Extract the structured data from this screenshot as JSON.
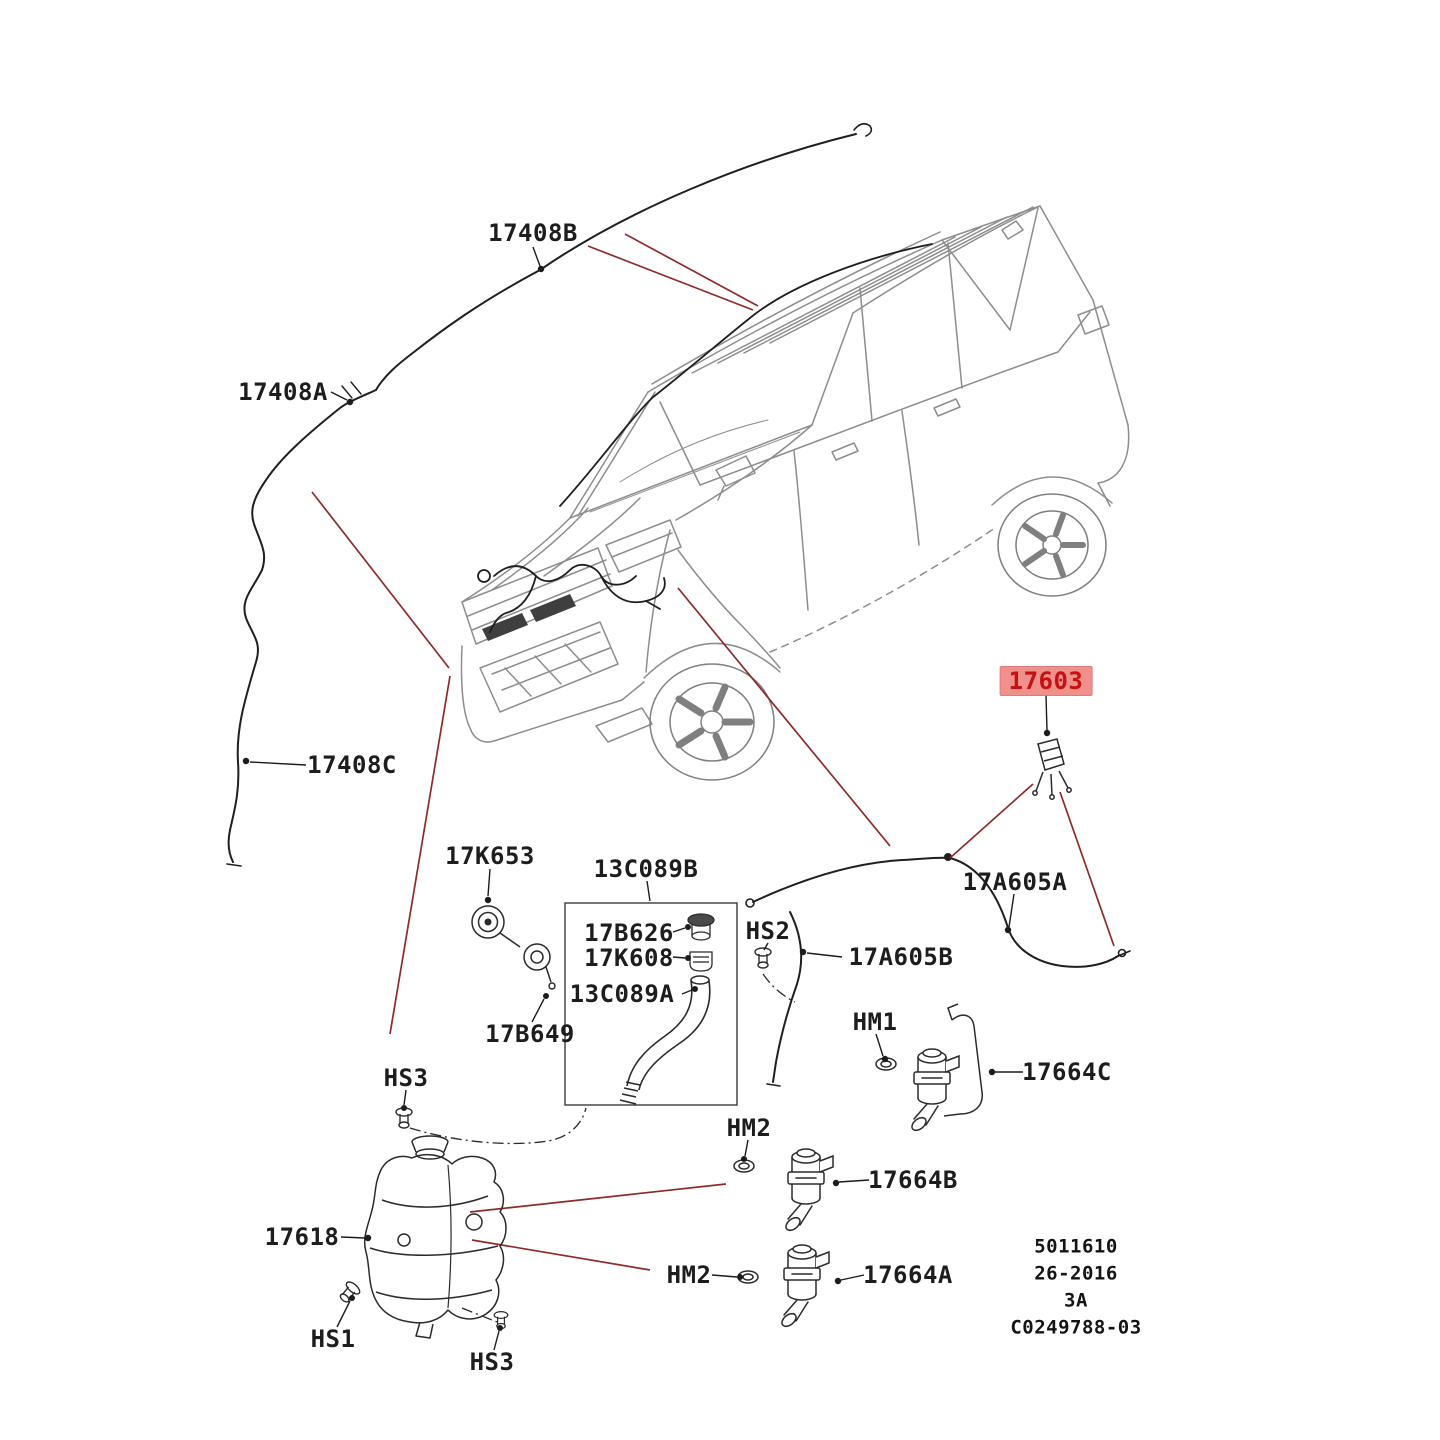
{
  "diagram": {
    "type": "vehicle-parts-exploded-diagram",
    "subject": "windshield washer system",
    "background": "#ffffff",
    "colors": {
      "label_text": "#1d1d1d",
      "leader_red": "#8f2a2a",
      "highlight_bg": "#f0908c",
      "highlight_text": "#c41111",
      "line_black": "#1f1f1f",
      "vehicle_gray": "#8d8d8d"
    },
    "labels": [
      {
        "id": "17408B",
        "text": "17408B",
        "highlighted": false
      },
      {
        "id": "17408A",
        "text": "17408A",
        "highlighted": false
      },
      {
        "id": "17408C",
        "text": "17408C",
        "highlighted": false
      },
      {
        "id": "17603",
        "text": "17603",
        "highlighted": true
      },
      {
        "id": "17K653",
        "text": "17K653",
        "highlighted": false
      },
      {
        "id": "13C089B",
        "text": "13C089B",
        "highlighted": false
      },
      {
        "id": "17B626",
        "text": "17B626",
        "highlighted": false
      },
      {
        "id": "17K608",
        "text": "17K608",
        "highlighted": false
      },
      {
        "id": "HS2",
        "text": "HS2",
        "highlighted": false
      },
      {
        "id": "13C089A",
        "text": "13C089A",
        "highlighted": false
      },
      {
        "id": "17A605A",
        "text": "17A605A",
        "highlighted": false
      },
      {
        "id": "17A605B",
        "text": "17A605B",
        "highlighted": false
      },
      {
        "id": "17B649",
        "text": "17B649",
        "highlighted": false
      },
      {
        "id": "HM1",
        "text": "HM1",
        "highlighted": false
      },
      {
        "id": "17664C",
        "text": "17664C",
        "highlighted": false
      },
      {
        "id": "HS3",
        "text": "HS3",
        "highlighted": false
      },
      {
        "id": "HM2",
        "text": "HM2",
        "highlighted": false
      },
      {
        "id": "17664B",
        "text": "17664B",
        "highlighted": false
      },
      {
        "id": "17618",
        "text": "17618",
        "highlighted": false
      },
      {
        "id": "HM2",
        "text": "HM2",
        "highlighted": false
      },
      {
        "id": "17664A",
        "text": "17664A",
        "highlighted": false
      },
      {
        "id": "HS1",
        "text": "HS1",
        "highlighted": false
      },
      {
        "id": "HS3",
        "text": "HS3",
        "highlighted": false
      }
    ],
    "footer": [
      "5011610",
      "26-2016",
      "3A",
      "C0249788-03"
    ]
  }
}
